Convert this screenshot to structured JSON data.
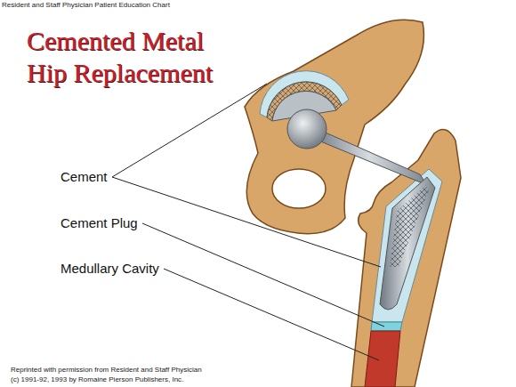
{
  "diagram": {
    "title": "Cemented Metal Hip Replacement",
    "labels": [
      "Resident and Staff Physician Patient Education Chart",
      "Cement",
      "Cement Plug",
      "Medullary Cavity",
      "Reprinted with permission from Resident and Staff Physician",
      "(c) 1991-92, 1993 by Romaine Pierson Publishers, Inc."
    ]
  }
}
